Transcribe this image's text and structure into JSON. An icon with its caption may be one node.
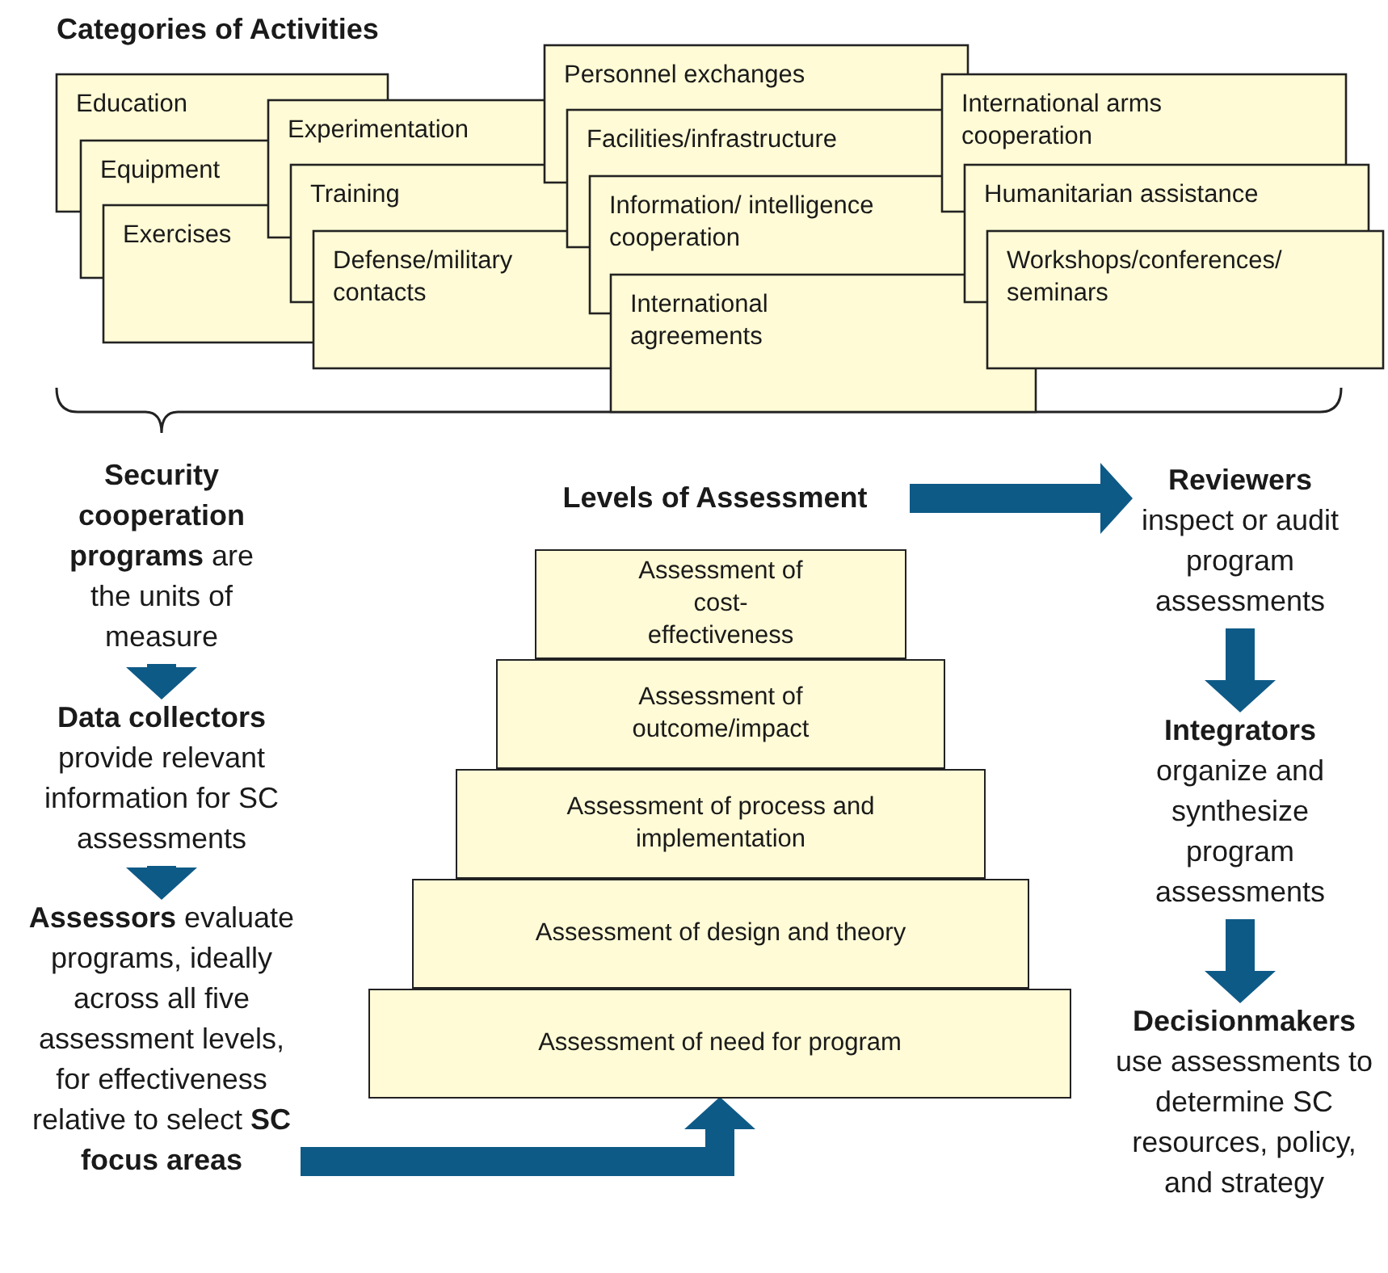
{
  "diagram": {
    "title": "Categories of Activities",
    "nodes": [
      {
        "text": [
          "Education"
        ]
      },
      {
        "text": [
          "Equipment"
        ]
      },
      {
        "text": [
          "Exercises"
        ]
      },
      {
        "text": [
          "Experimentation"
        ]
      },
      {
        "text": [
          "Training"
        ]
      },
      {
        "text": [
          "Defense/military contacts"
        ]
      },
      {
        "text": [
          "Personnel exchanges"
        ]
      },
      {
        "text": [
          "Facilities/infrastructure"
        ]
      },
      {
        "text": [
          "Information/ intelligence cooperation"
        ]
      },
      {
        "text": [
          "International agreements"
        ]
      },
      {
        "text": [
          "International arms cooperation"
        ]
      },
      {
        "text": [
          "Humanitarian assistance"
        ]
      },
      {
        "text": [
          "Workshops/conferences/ seminars"
        ]
      },
      {
        "text": [
          "**Security cooperation programs** are the units of measure"
        ]
      },
      {
        "text": [
          "**Data collectors** provide relevant information for SC assessments"
        ]
      },
      {
        "text": [
          "**Assessors** evaluate programs, ideally across all five assessment levels, for effectiveness relative to select **SC focus areas**"
        ]
      },
      {
        "text": [
          "Levels of Assessment"
        ]
      },
      {
        "text": [
          "Assessment of cost-effectiveness"
        ]
      },
      {
        "text": [
          "Assessment of outcome/impact"
        ]
      },
      {
        "text": [
          "Assessment of process and implementation"
        ]
      },
      {
        "text": [
          "Assessment of design and theory"
        ]
      },
      {
        "text": [
          "Assessment of need for program"
        ]
      },
      {
        "text": [
          "**Reviewers** inspect or audit program assessments"
        ]
      },
      {
        "text": [
          "**Integrators** organize and synthesize program assessments"
        ]
      },
      {
        "text": [
          "**Decisionmakers** use assessments to determine SC resources, policy, and strategy"
        ]
      }
    ],
    "edges": [
      {
        "from": 13,
        "to": 14,
        "arrow": "to"
      },
      {
        "from": 14,
        "to": 15,
        "arrow": "to"
      },
      {
        "from": 15,
        "to": 21,
        "arrow": "to"
      },
      {
        "from": 16,
        "to": 22,
        "arrow": "to"
      },
      {
        "from": 22,
        "to": 23,
        "arrow": "to"
      },
      {
        "from": 23,
        "to": 24,
        "arrow": "to"
      }
    ]
  }
}
